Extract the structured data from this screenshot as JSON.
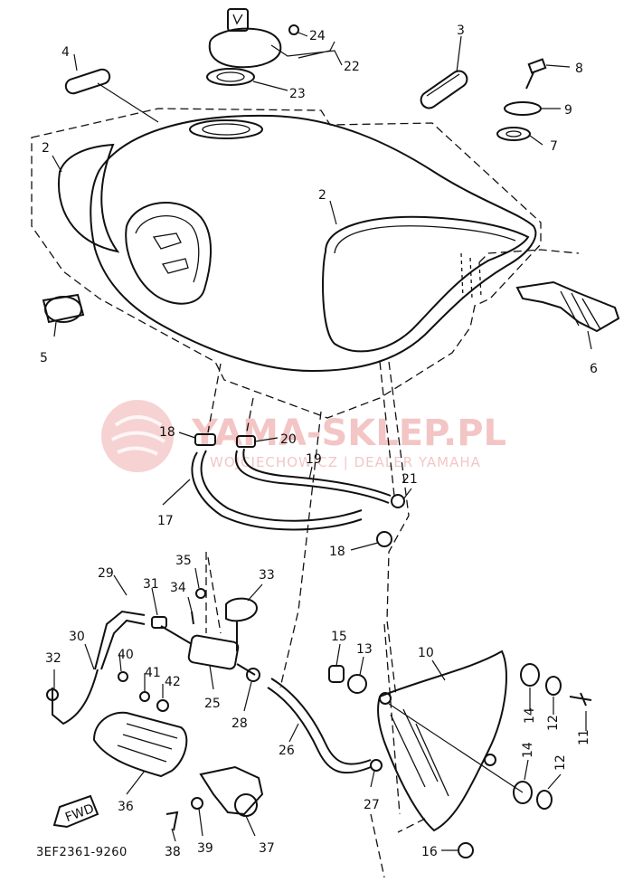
{
  "diagram": {
    "drawing_code": "3EF2361-9260",
    "fwd_label": "FWD",
    "watermark": {
      "title": "YAMA-SKLEP.PL",
      "subtitle": "WOJCIECHOWICZ | DEALER YAMAHA"
    },
    "callouts": [
      "2",
      "2",
      "3",
      "4",
      "5",
      "6",
      "7",
      "8",
      "9",
      "10",
      "11",
      "12",
      "12",
      "13",
      "14",
      "14",
      "15",
      "16",
      "17",
      "18",
      "18",
      "19",
      "20",
      "21",
      "22",
      "23",
      "24",
      "25",
      "26",
      "27",
      "28",
      "29",
      "30",
      "31",
      "32",
      "33",
      "34",
      "35",
      "36",
      "37",
      "38",
      "39",
      "40",
      "41",
      "42"
    ]
  }
}
